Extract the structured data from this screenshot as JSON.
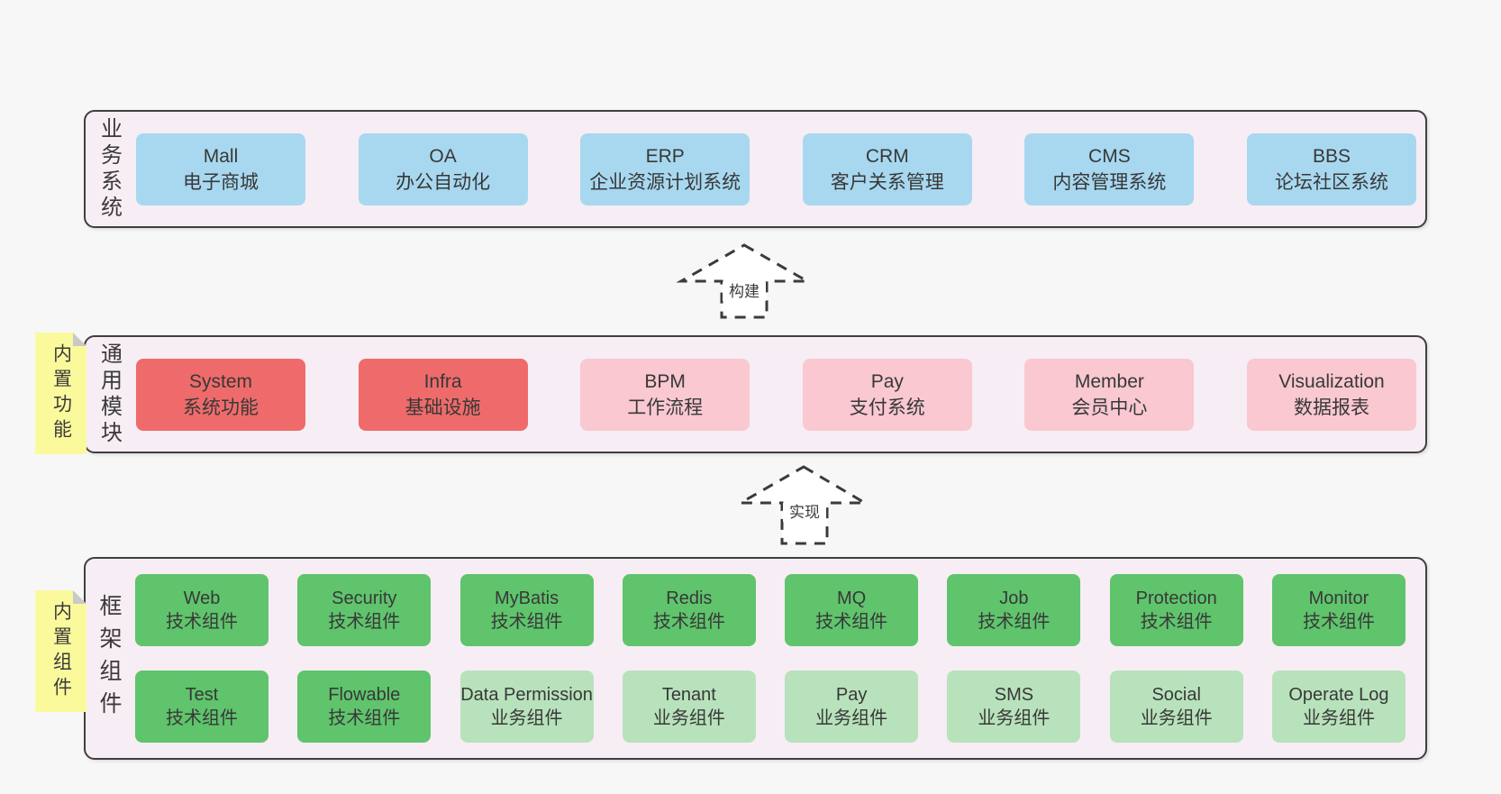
{
  "diagram": {
    "title_hint": "framework architecture diagram",
    "colors": {
      "page_bg": "#f7f7f7",
      "band_bg": "#f7edf4",
      "band_border": "#3f3f3f",
      "blue": "#a8d8f0",
      "red": "#ef6b6b",
      "pink": "#f9c8d1",
      "green_dark": "#5fc46c",
      "green_light": "#b8e2bb",
      "note_yellow": "#fafa9d",
      "fold_gray": "#c9c9c9",
      "text": "#3a3a3a"
    },
    "bands": [
      {
        "label": "业务系统",
        "boxes": [
          {
            "title": "Mall",
            "subtitle": "电子商城"
          },
          {
            "title": "OA",
            "subtitle": "办公自动化"
          },
          {
            "title": "ERP",
            "subtitle": "企业资源计划系统"
          },
          {
            "title": "CRM",
            "subtitle": "客户关系管理"
          },
          {
            "title": "CMS",
            "subtitle": "内容管理系统"
          },
          {
            "title": "BBS",
            "subtitle": "论坛社区系统"
          }
        ]
      },
      {
        "label": "通用模块",
        "note": "内置功能",
        "boxes": [
          {
            "title": "System",
            "subtitle": "系统功能"
          },
          {
            "title": "Infra",
            "subtitle": "基础设施"
          },
          {
            "title": "BPM",
            "subtitle": "工作流程"
          },
          {
            "title": "Pay",
            "subtitle": "支付系统"
          },
          {
            "title": "Member",
            "subtitle": "会员中心"
          },
          {
            "title": "Visualization",
            "subtitle": "数据报表"
          }
        ]
      },
      {
        "label": "框架组件",
        "note": "内置组件",
        "rows": [
          [
            {
              "title": "Web",
              "subtitle": "技术组件"
            },
            {
              "title": "Security",
              "subtitle": "技术组件"
            },
            {
              "title": "MyBatis",
              "subtitle": "技术组件"
            },
            {
              "title": "Redis",
              "subtitle": "技术组件"
            },
            {
              "title": "MQ",
              "subtitle": "技术组件"
            },
            {
              "title": "Job",
              "subtitle": "技术组件"
            },
            {
              "title": "Protection",
              "subtitle": "技术组件"
            },
            {
              "title": "Monitor",
              "subtitle": "技术组件"
            }
          ],
          [
            {
              "title": "Test",
              "subtitle": "技术组件"
            },
            {
              "title": "Flowable",
              "subtitle": "技术组件"
            },
            {
              "title": "Data Permission",
              "subtitle": "业务组件"
            },
            {
              "title": "Tenant",
              "subtitle": "业务组件"
            },
            {
              "title": "Pay",
              "subtitle": "业务组件"
            },
            {
              "title": "SMS",
              "subtitle": "业务组件"
            },
            {
              "title": "Social",
              "subtitle": "业务组件"
            },
            {
              "title": "Operate Log",
              "subtitle": "业务组件"
            }
          ]
        ]
      }
    ],
    "arrows": [
      {
        "label": "构建"
      },
      {
        "label": "实现"
      }
    ]
  }
}
